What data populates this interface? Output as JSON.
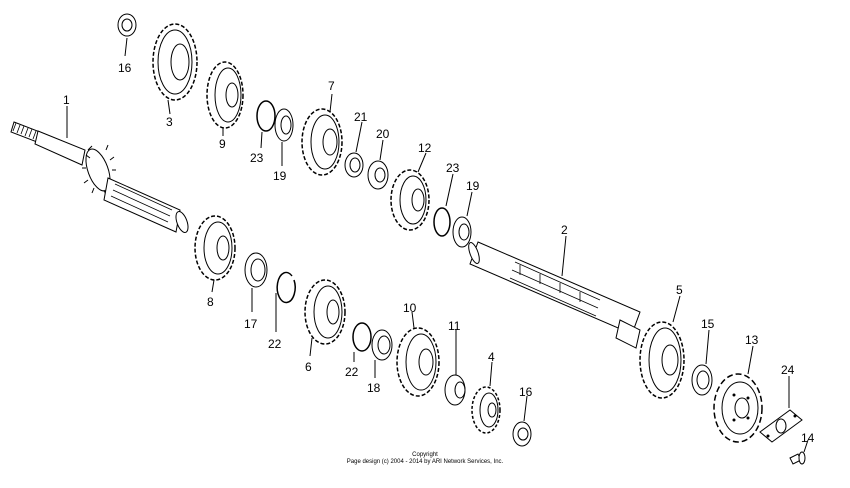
{
  "diagram": {
    "labels": {
      "p16a": "16",
      "p3": "3",
      "p9": "9",
      "p23a": "23",
      "p19a": "19",
      "p7": "7",
      "p21": "21",
      "p20": "20",
      "p12": "12",
      "p23b": "23",
      "p19b": "19",
      "p1": "1",
      "p8": "8",
      "p17": "17",
      "p22a": "22",
      "p6": "6",
      "p22b": "22",
      "p18": "18",
      "p10": "10",
      "p11": "11",
      "p4": "4",
      "p16b": "16",
      "p2": "2",
      "p5": "5",
      "p15": "15",
      "p13": "13",
      "p24": "24",
      "p14": "14"
    }
  },
  "footer": {
    "line1": "Copyright",
    "line2": "Page design (c) 2004 - 2014 by ARI Network Services, Inc."
  }
}
